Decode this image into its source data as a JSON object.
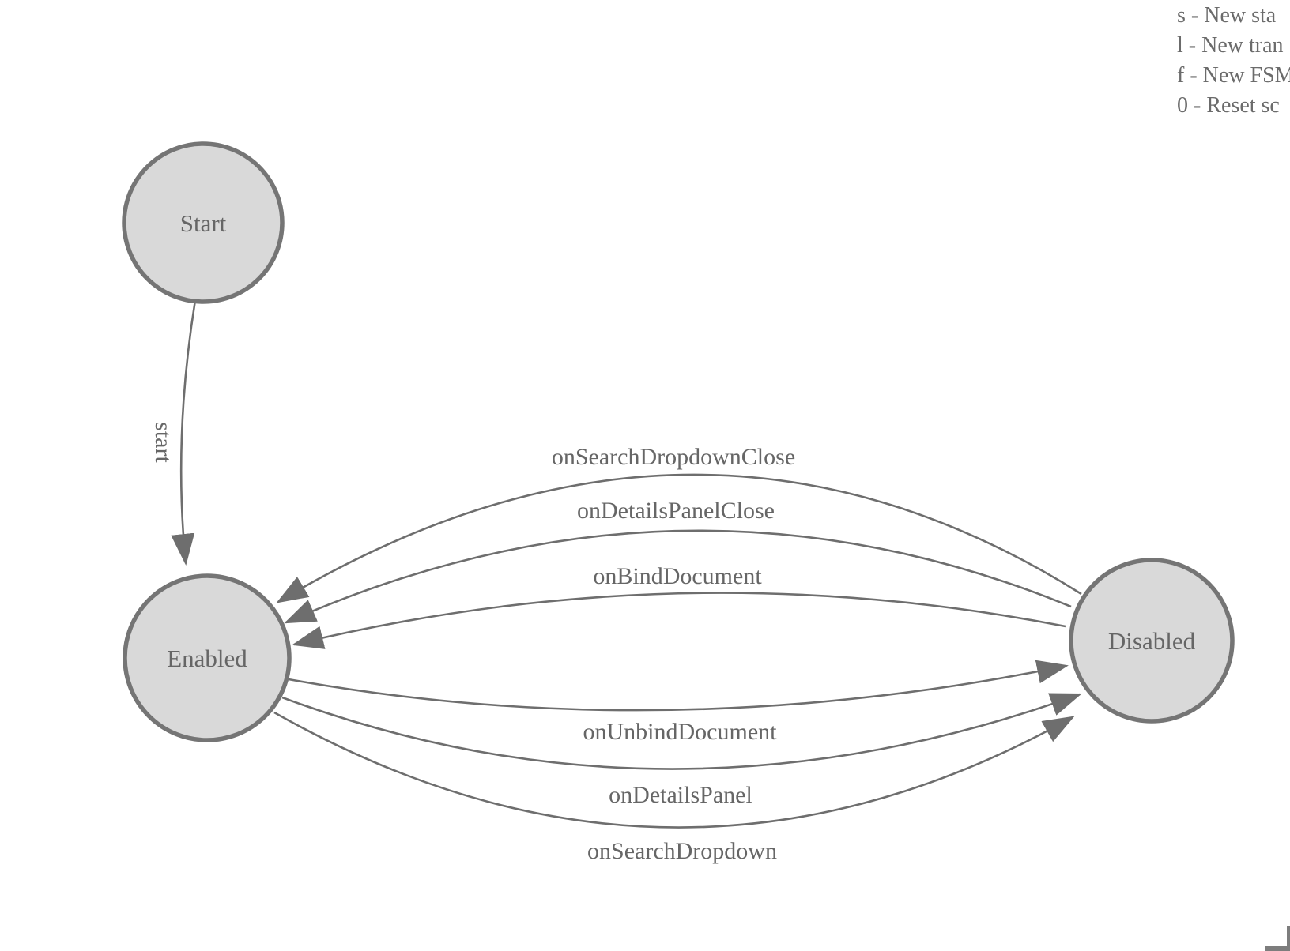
{
  "diagram": {
    "type": "fsm-state-diagram",
    "nodes": [
      {
        "id": "start",
        "label": "Start"
      },
      {
        "id": "enabled",
        "label": "Enabled"
      },
      {
        "id": "disabled",
        "label": "Disabled"
      }
    ],
    "edges": [
      {
        "from": "start",
        "to": "enabled",
        "label": "start"
      },
      {
        "from": "disabled",
        "to": "enabled",
        "label": "onSearchDropdownClose"
      },
      {
        "from": "disabled",
        "to": "enabled",
        "label": "onDetailsPanelClose"
      },
      {
        "from": "disabled",
        "to": "enabled",
        "label": "onBindDocument"
      },
      {
        "from": "enabled",
        "to": "disabled",
        "label": "onUnbindDocument"
      },
      {
        "from": "enabled",
        "to": "disabled",
        "label": "onDetailsPanel"
      },
      {
        "from": "enabled",
        "to": "disabled",
        "label": "onSearchDropdown"
      }
    ]
  },
  "legend": {
    "lines": [
      "s - New sta",
      "l - New tran",
      "f - New FSM",
      "0 - Reset sc"
    ]
  },
  "colors": {
    "node_fill": "#d9d9d9",
    "node_stroke": "#757575",
    "edge_stroke": "#6e6e6e",
    "label_text": "#666666",
    "legend_text": "#6b6b6b"
  }
}
